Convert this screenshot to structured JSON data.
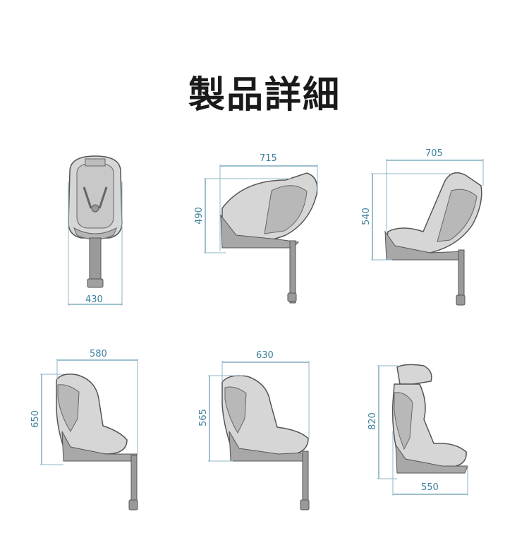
{
  "page": {
    "title": "製品詳細"
  },
  "colors": {
    "dimension": "#3b7f9c",
    "seat_fill_light": "#d9d9d9",
    "seat_fill_mid": "#c4c4c4",
    "seat_fill_dark": "#a8a8a8",
    "outline": "#555555",
    "base": "#9a9a9a"
  },
  "figures": [
    {
      "id": "front",
      "view": "front view",
      "width_label": "430",
      "height_label": null
    },
    {
      "id": "recline-rear-1",
      "view": "rear-facing reclined side view",
      "width_label": "715",
      "height_label": "490"
    },
    {
      "id": "recline-rear-2",
      "view": "rear-facing upright side view",
      "width_label": "705",
      "height_label": "540"
    },
    {
      "id": "forward-1",
      "view": "forward-facing side view",
      "width_label": "580",
      "height_label": "650"
    },
    {
      "id": "forward-2",
      "view": "forward-facing reclined side view",
      "width_label": "630",
      "height_label": "565"
    },
    {
      "id": "forward-3",
      "view": "forward-facing extended headrest side view",
      "width_label": "550",
      "height_label": "820"
    }
  ]
}
